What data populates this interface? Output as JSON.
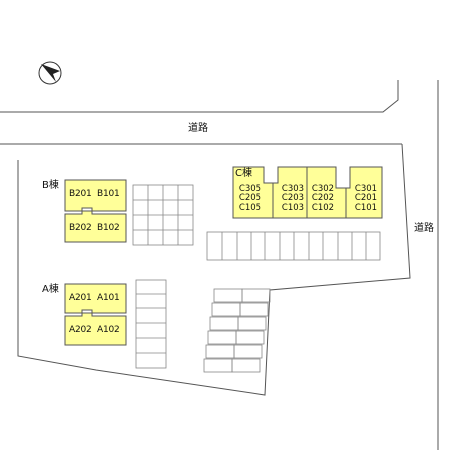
{
  "roads": {
    "top": "道路",
    "right": "道路"
  },
  "compass": {
    "icon": "north-arrow-icon"
  },
  "buildings": {
    "A": {
      "label": "A棟",
      "rows": [
        {
          "left": "A201",
          "right": "A101"
        },
        {
          "left": "A202",
          "right": "A102"
        }
      ]
    },
    "B": {
      "label": "B棟",
      "rows": [
        {
          "left": "B201",
          "right": "B101"
        },
        {
          "left": "B202",
          "right": "B102"
        }
      ]
    },
    "C": {
      "label": "C棟",
      "columns": [
        [
          "C305",
          "C205",
          "C105"
        ],
        [
          "C303",
          "C203",
          "C103"
        ],
        [
          "C302",
          "C202",
          "C102"
        ],
        [
          "C301",
          "C201",
          "C101"
        ]
      ]
    }
  },
  "colors": {
    "building_fill": "#ffff99",
    "outline": "#555555",
    "parking_line": "#888888",
    "background": "#ffffff"
  }
}
